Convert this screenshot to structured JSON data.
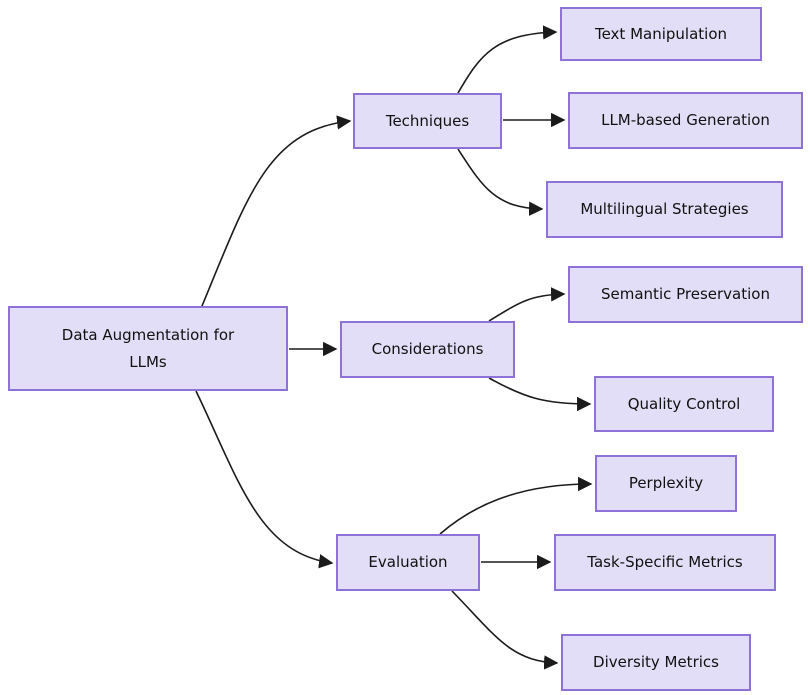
{
  "diagram": {
    "type": "mindmap-flowchart",
    "colors": {
      "background": "#ffffff",
      "node_fill": "#e3def7",
      "node_border": "#8f72d8",
      "edge_color": "#1b1b1b",
      "text_color": "#111111"
    },
    "nodes": {
      "root": {
        "label": "Data Augmentation for\nLLMs"
      },
      "techniques": {
        "label": "Techniques"
      },
      "text_manipulation": {
        "label": "Text Manipulation"
      },
      "llm_generation": {
        "label": "LLM-based Generation"
      },
      "multilingual": {
        "label": "Multilingual Strategies"
      },
      "considerations": {
        "label": "Considerations"
      },
      "semantic": {
        "label": "Semantic Preservation"
      },
      "quality": {
        "label": "Quality Control"
      },
      "evaluation": {
        "label": "Evaluation"
      },
      "perplexity": {
        "label": "Perplexity"
      },
      "task_metrics": {
        "label": "Task-Specific Metrics"
      },
      "diversity": {
        "label": "Diversity Metrics"
      }
    },
    "edges": [
      {
        "from": "root",
        "to": "techniques"
      },
      {
        "from": "root",
        "to": "considerations"
      },
      {
        "from": "root",
        "to": "evaluation"
      },
      {
        "from": "techniques",
        "to": "text_manipulation"
      },
      {
        "from": "techniques",
        "to": "llm_generation"
      },
      {
        "from": "techniques",
        "to": "multilingual"
      },
      {
        "from": "considerations",
        "to": "semantic"
      },
      {
        "from": "considerations",
        "to": "quality"
      },
      {
        "from": "evaluation",
        "to": "perplexity"
      },
      {
        "from": "evaluation",
        "to": "task_metrics"
      },
      {
        "from": "evaluation",
        "to": "diversity"
      }
    ]
  }
}
